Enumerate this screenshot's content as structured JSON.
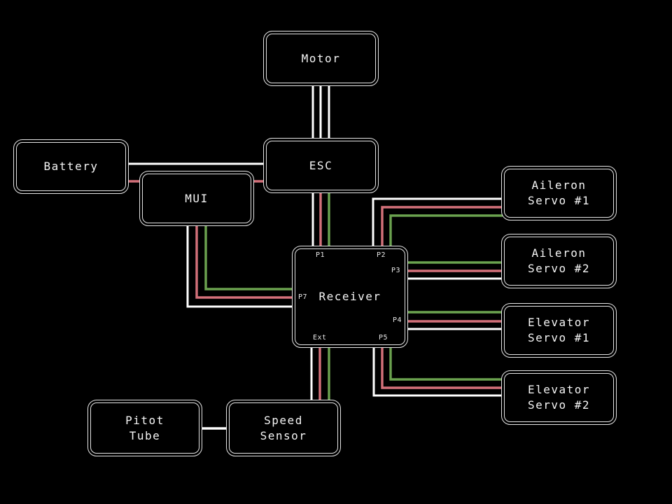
{
  "diagram": {
    "colors": {
      "background": "#000000",
      "box_border": "#e6e6e6",
      "label_text": "#f5f5f5",
      "wire_white": "#ffffff",
      "wire_red": "#d4717a",
      "wire_green": "#6ba24f"
    },
    "nodes": {
      "motor": {
        "label": "Motor"
      },
      "battery": {
        "label": "Battery"
      },
      "esc": {
        "label": "ESC"
      },
      "mui": {
        "label": "MUI"
      },
      "receiver": {
        "label": "Receiver",
        "ports": {
          "p1": "P1",
          "p2": "P2",
          "p3": "P3",
          "p4": "P4",
          "p5": "P5",
          "p7": "P7",
          "ext": "Ext"
        }
      },
      "aileron_servo_1": {
        "label": "Aileron\nServo #1"
      },
      "aileron_servo_2": {
        "label": "Aileron\nServo #2"
      },
      "elevator_servo_1": {
        "label": "Elevator\nServo #1"
      },
      "elevator_servo_2": {
        "label": "Elevator\nServo #2"
      },
      "pitot_tube": {
        "label": "Pitot\nTube"
      },
      "speed_sensor": {
        "label": "Speed\nSensor"
      }
    },
    "connections": [
      {
        "from": "Motor",
        "to": "ESC",
        "wires": [
          "white",
          "white",
          "white"
        ]
      },
      {
        "from": "Battery",
        "to": "ESC",
        "wires": [
          "white"
        ]
      },
      {
        "from": "Battery",
        "to": "MUI",
        "wires": [
          "red"
        ]
      },
      {
        "from": "MUI",
        "to": "ESC",
        "wires": [
          "red"
        ]
      },
      {
        "from": "ESC",
        "to": "Receiver P1",
        "wires": [
          "white",
          "red",
          "green"
        ]
      },
      {
        "from": "MUI",
        "to": "Receiver P7",
        "wires": [
          "white",
          "red",
          "green"
        ]
      },
      {
        "from": "Receiver P2",
        "to": "Aileron Servo #1",
        "wires": [
          "white",
          "red",
          "green"
        ]
      },
      {
        "from": "Receiver P3",
        "to": "Aileron Servo #2",
        "wires": [
          "green",
          "red",
          "white"
        ]
      },
      {
        "from": "Receiver P4",
        "to": "Elevator Servo #1",
        "wires": [
          "green",
          "red",
          "white"
        ]
      },
      {
        "from": "Receiver P5",
        "to": "Elevator Servo #2",
        "wires": [
          "green",
          "red",
          "white"
        ]
      },
      {
        "from": "Receiver Ext",
        "to": "Speed Sensor",
        "wires": [
          "white",
          "red",
          "green"
        ]
      },
      {
        "from": "Pitot Tube",
        "to": "Speed Sensor",
        "wires": [
          "white"
        ]
      }
    ]
  }
}
